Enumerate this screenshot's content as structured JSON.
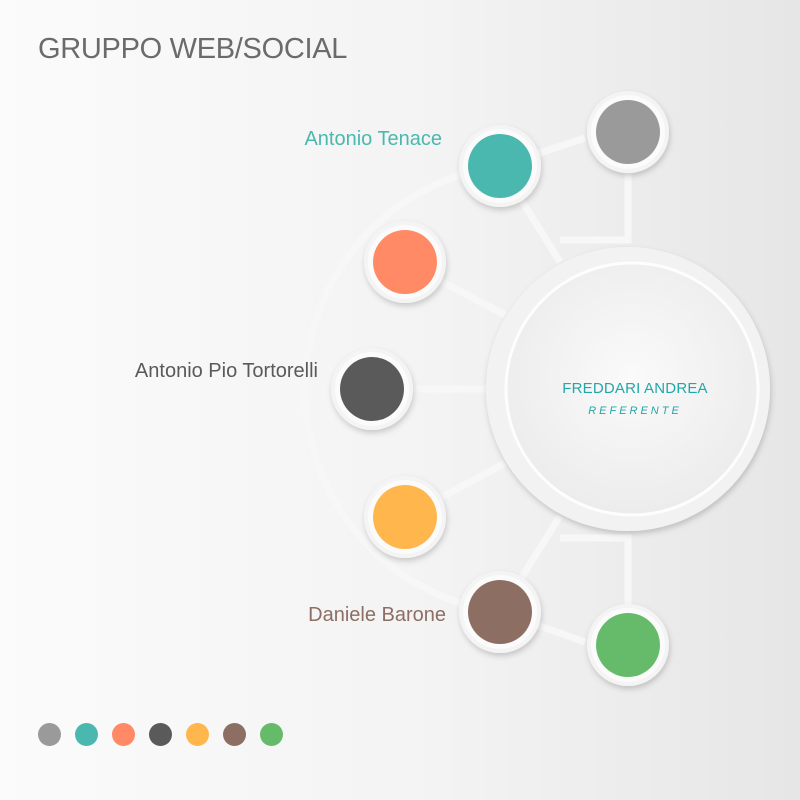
{
  "title": "GRUPPO WEB/SOCIAL",
  "center": {
    "name": "FREDDARI ANDREA",
    "role": "REFERENTE"
  },
  "nodes": [
    {
      "id": "top-gray",
      "color": "#9a9a9a"
    },
    {
      "id": "teal",
      "color": "#4bb8b0",
      "label": "Antonio Tenace"
    },
    {
      "id": "orange",
      "color": "#ff8a65"
    },
    {
      "id": "dark-gray",
      "color": "#5a5a5a",
      "label": "Antonio Pio Tortorelli"
    },
    {
      "id": "yellow",
      "color": "#ffb74d"
    },
    {
      "id": "brown",
      "color": "#8d6e63",
      "label": "Daniele Barone"
    },
    {
      "id": "green",
      "color": "#66bb6a"
    }
  ],
  "legend": [
    "#9a9a9a",
    "#4bb8b0",
    "#ff8a65",
    "#5a5a5a",
    "#ffb74d",
    "#8d6e63",
    "#66bb6a"
  ]
}
